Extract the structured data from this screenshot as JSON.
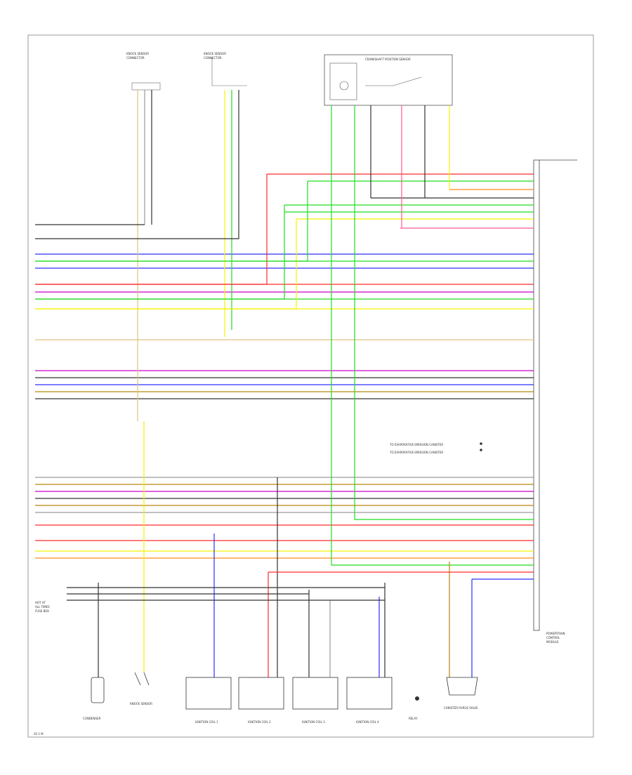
{
  "wire_colors": {
    "red": "#ff2a2a",
    "green": "#22dd22",
    "yellow": "#f2f200",
    "blue": "#2e2eff",
    "orange": "#ff8c1a",
    "violet": "#cc00cc",
    "brown": "#b8860b",
    "black": "#333333",
    "gray": "#9a9a9a",
    "pink": "#ff5a8a",
    "tan": "#e0c080"
  },
  "top_labels": {
    "left_a": "KNOCK SENSOR",
    "left_a_sub": "CONNECTOR",
    "right_a": "KNOCK SENSOR",
    "right_a_sub": "CONNECTOR",
    "relay_box": "CRANKSHAFT POSITION SENSOR"
  },
  "right_module": [
    "POWERTRAIN",
    "CONTROL",
    "MODULE"
  ],
  "mid_notes": [
    "TO EVAPORATIVE EMISSION CANISTER",
    "TO EVAPORATIVE EMISSION CANISTER"
  ],
  "bottom_labels": {
    "condenser": "CONDENSER",
    "sensor": "KNOCK SENSOR",
    "ign1": "IGNITION COIL 1",
    "ign2": "IGNITION COIL 2",
    "ign3": "IGNITION COIL 3",
    "ign4": "IGNITION COIL 4",
    "relay": "RELAY",
    "module": "CANISTER PURGE VALVE"
  },
  "left_box_label": [
    "HOT AT",
    "ALL TIMES",
    "FUSE BOX"
  ],
  "corner_code": "20 1 M"
}
